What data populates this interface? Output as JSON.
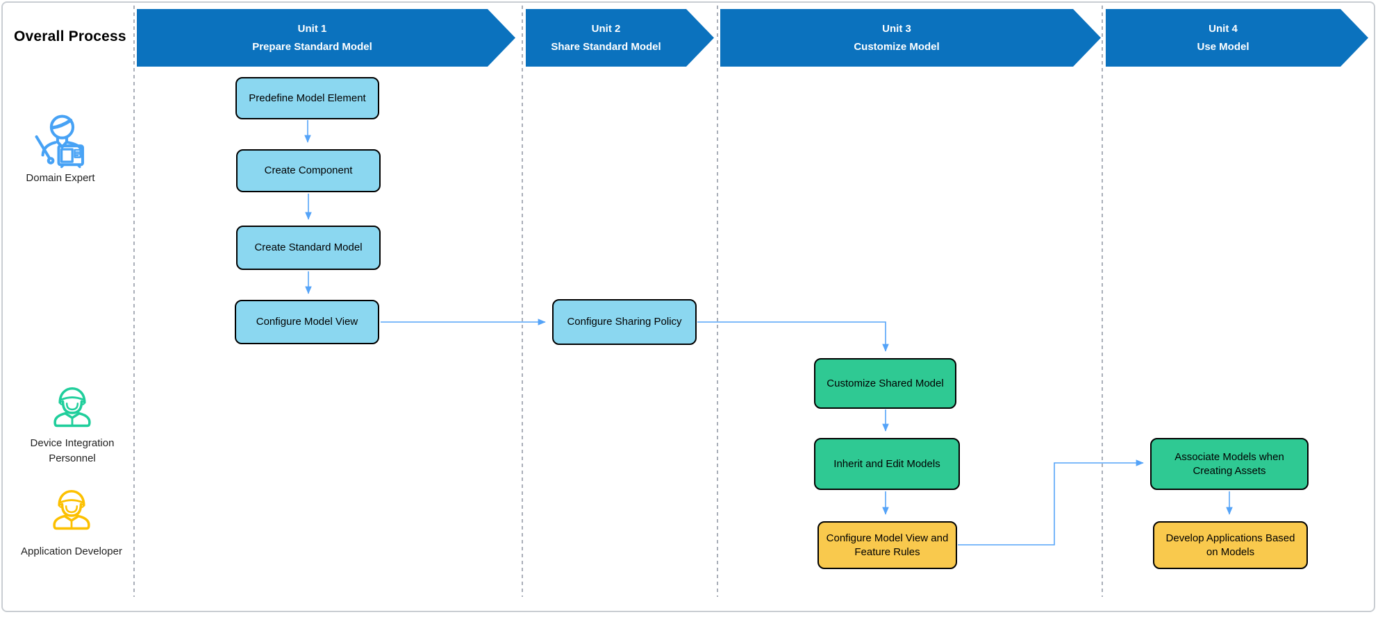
{
  "header": {
    "title": "Overall Process"
  },
  "units": [
    {
      "id": "Unit 1",
      "title": "Prepare Standard Model"
    },
    {
      "id": "Unit 2",
      "title": "Share Standard Model"
    },
    {
      "id": "Unit 3",
      "title": "Customize Model"
    },
    {
      "id": "Unit 4",
      "title": "Use Model"
    }
  ],
  "personas": [
    {
      "label": "Domain Expert",
      "icon": "domain-expert-icon",
      "color": "#47A2F5"
    },
    {
      "label": "Device Integration Personnel",
      "icon": "worker-icon",
      "color": "#1FCE9B"
    },
    {
      "label": "Application Developer",
      "icon": "worker-icon",
      "color": "#FCC000"
    }
  ],
  "steps": [
    {
      "label": "Predefine Model Element",
      "unit": "Unit 1",
      "actor": "Domain Expert",
      "color": "blue"
    },
    {
      "label": "Create Component",
      "unit": "Unit 1",
      "actor": "Domain Expert",
      "color": "blue"
    },
    {
      "label": "Create Standard Model",
      "unit": "Unit 1",
      "actor": "Domain Expert",
      "color": "blue"
    },
    {
      "label": "Configure Model View",
      "unit": "Unit 1",
      "actor": "Domain Expert",
      "color": "blue"
    },
    {
      "label": "Configure Sharing Policy",
      "unit": "Unit 2",
      "actor": "Domain Expert",
      "color": "blue"
    },
    {
      "label": "Customize Shared Model",
      "unit": "Unit 3",
      "actor": "Device Integration Personnel",
      "color": "green"
    },
    {
      "label": "Inherit and Edit Models",
      "unit": "Unit 3",
      "actor": "Device Integration Personnel",
      "color": "green"
    },
    {
      "label": "Configure Model View and Feature Rules",
      "unit": "Unit 3",
      "actor": "Application Developer",
      "color": "yellow"
    },
    {
      "label": "Associate Models when Creating Assets",
      "unit": "Unit 4",
      "actor": "Device Integration Personnel",
      "color": "green"
    },
    {
      "label": "Develop Applications Based on Models",
      "unit": "Unit 4",
      "actor": "Application Developer",
      "color": "yellow"
    }
  ],
  "colors": {
    "banner_blue": "#0B72BE",
    "step_blue": "#8BD7F0",
    "step_green": "#2FC993",
    "step_yellow": "#F9C94D",
    "connector_blue": "#54A3F8",
    "separator_gray": "#A9AEB8"
  }
}
